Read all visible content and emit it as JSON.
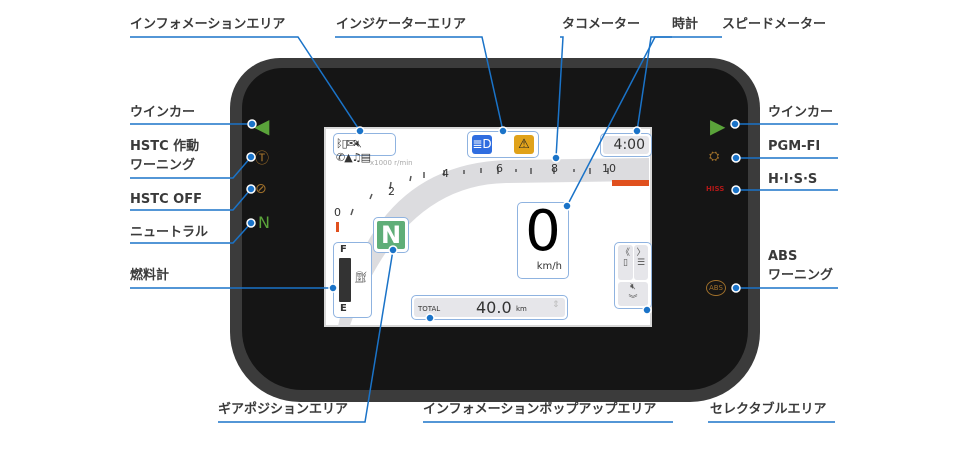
{
  "callouts": {
    "info_area": "インフォメーションエリア",
    "indicator_area": "インジケーターエリア",
    "tachometer": "タコメーター",
    "clock": "時計",
    "speedometer": "スピードメーター",
    "winker_left": "ウインカー",
    "hstc_warning_1": "HSTC 作動",
    "hstc_warning_2": "ワーニング",
    "hstc_off": "HSTC OFF",
    "neutral": "ニュートラル",
    "fuel_gauge": "燃料計",
    "winker_right": "ウインカー",
    "pgm_fi": "PGM-FI",
    "hiss": "H·I·S·S",
    "abs_1": "ABS",
    "abs_2": "ワーニング",
    "gear_position_area": "ギアポジションエリア",
    "info_popup_area": "インフォメーションポップアップエリア",
    "selectable_area": "セレクタブルエリア"
  },
  "display": {
    "clock": "4:00",
    "tach_unit": "x1000 r/min",
    "tach_ticks": [
      "0",
      "2",
      "4",
      "6",
      "8",
      "10"
    ],
    "gear": "N",
    "speed": "0",
    "speed_unit": "km/h",
    "fuel_full": "F",
    "fuel_empty": "E",
    "odo_label": "TOTAL",
    "odo_value": "40.0",
    "odo_unit": "km",
    "neutral_lamp": "N",
    "hiss_lamp": "HISS",
    "abs_lamp": "ABS"
  },
  "colors": {
    "accent": "#1a73c8",
    "winker": "#5aa33a",
    "gear": "#5fae78",
    "warning": "#e0a21a",
    "headlight": "#2f6de0",
    "redzone": "#e0501e"
  }
}
